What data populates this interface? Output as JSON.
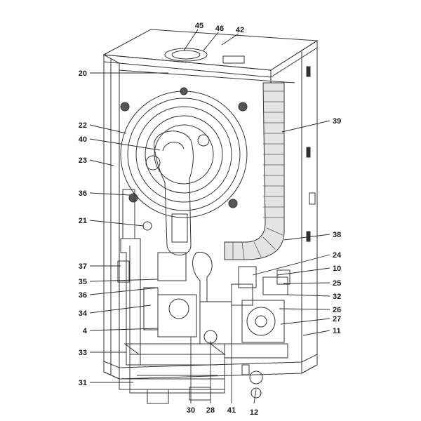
{
  "diagram": {
    "callouts": [
      {
        "id": "c45",
        "label": "45"
      },
      {
        "id": "c46",
        "label": "46"
      },
      {
        "id": "c42",
        "label": "42"
      },
      {
        "id": "c20",
        "label": "20"
      },
      {
        "id": "c22",
        "label": "22"
      },
      {
        "id": "c40",
        "label": "40"
      },
      {
        "id": "c23",
        "label": "23"
      },
      {
        "id": "c36a",
        "label": "36"
      },
      {
        "id": "c21",
        "label": "21"
      },
      {
        "id": "c37",
        "label": "37"
      },
      {
        "id": "c35",
        "label": "35"
      },
      {
        "id": "c36b",
        "label": "36"
      },
      {
        "id": "c34",
        "label": "34"
      },
      {
        "id": "c4",
        "label": "4"
      },
      {
        "id": "c33",
        "label": "33"
      },
      {
        "id": "c31",
        "label": "31"
      },
      {
        "id": "c30",
        "label": "30"
      },
      {
        "id": "c28",
        "label": "28"
      },
      {
        "id": "c41",
        "label": "41"
      },
      {
        "id": "c12",
        "label": "12"
      },
      {
        "id": "c39",
        "label": "39"
      },
      {
        "id": "c38",
        "label": "38"
      },
      {
        "id": "c24",
        "label": "24"
      },
      {
        "id": "c10",
        "label": "10"
      },
      {
        "id": "c25",
        "label": "25"
      },
      {
        "id": "c32",
        "label": "32"
      },
      {
        "id": "c26",
        "label": "26"
      },
      {
        "id": "c27",
        "label": "27"
      },
      {
        "id": "c11",
        "label": "11"
      }
    ]
  }
}
